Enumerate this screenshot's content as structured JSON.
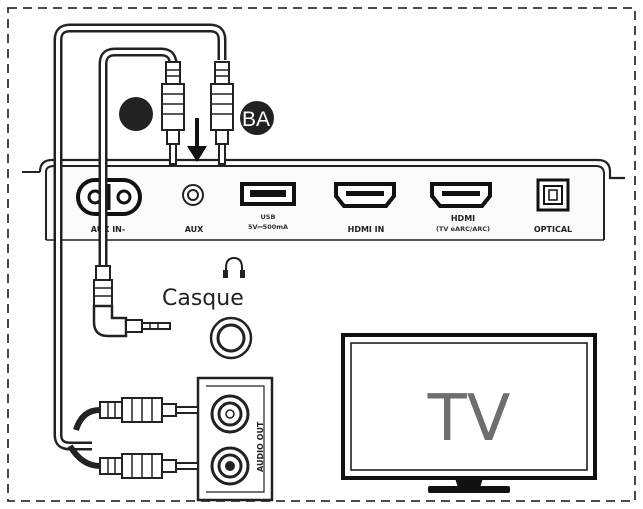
{
  "ports": {
    "aux_in_short": "AUX IN-",
    "aux": "AUX",
    "usb": "USB",
    "usb_spec": "5V⎓500mA",
    "hdmi_in": "HDMI IN",
    "hdmi_arc": "HDMI",
    "hdmi_arc_sub": "(TV eARC/ARC)",
    "optical": "OPTICAL"
  },
  "badges": {
    "a": "",
    "b": "BA"
  },
  "headphone_label": "Casque",
  "audio_out_label": "AUDIO OUT",
  "tv_label": "TV"
}
